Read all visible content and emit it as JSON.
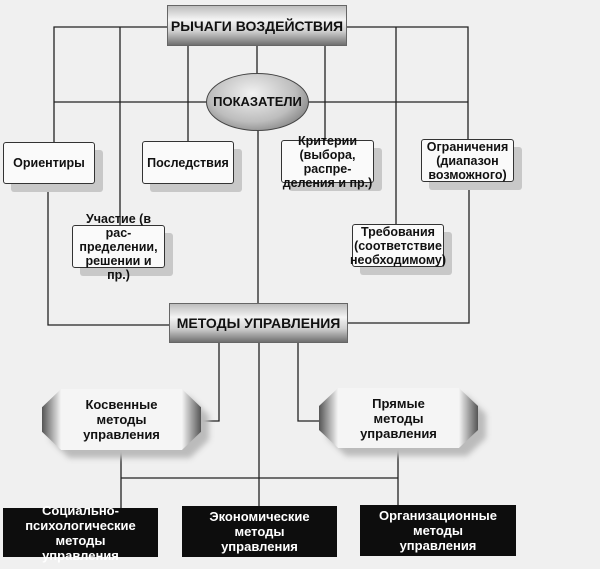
{
  "top_banner": "РЫЧАГИ ВОЗДЕЙСТВИЯ",
  "indicators": "ПОКАЗАТЕЛИ",
  "levers": {
    "orientiry": "Ориентиры",
    "posledstviya": "Последствия",
    "kriterii": "Критерии\n(выбора, распре-\nделения и пр.)",
    "ogranicheniya": "Ограничения\n(диапазон\nвозможного)",
    "uchastie": "Участие (в рас-\nпределении,\nрешении и пр.)",
    "trebovaniya": "Требования\n(соответствие\nнеобходимому)"
  },
  "methods_banner": "МЕТОДЫ УПРАВЛЕНИЯ",
  "indirect": "Косвенные\nметоды\nуправления",
  "direct": "Прямые\nметоды\nуправления",
  "categories": {
    "social": "Социально-\nпсихологические методы\nуправления",
    "economic": "Экономические\nметоды\nуправления",
    "organizational": "Организационные\nметоды\nуправления"
  }
}
